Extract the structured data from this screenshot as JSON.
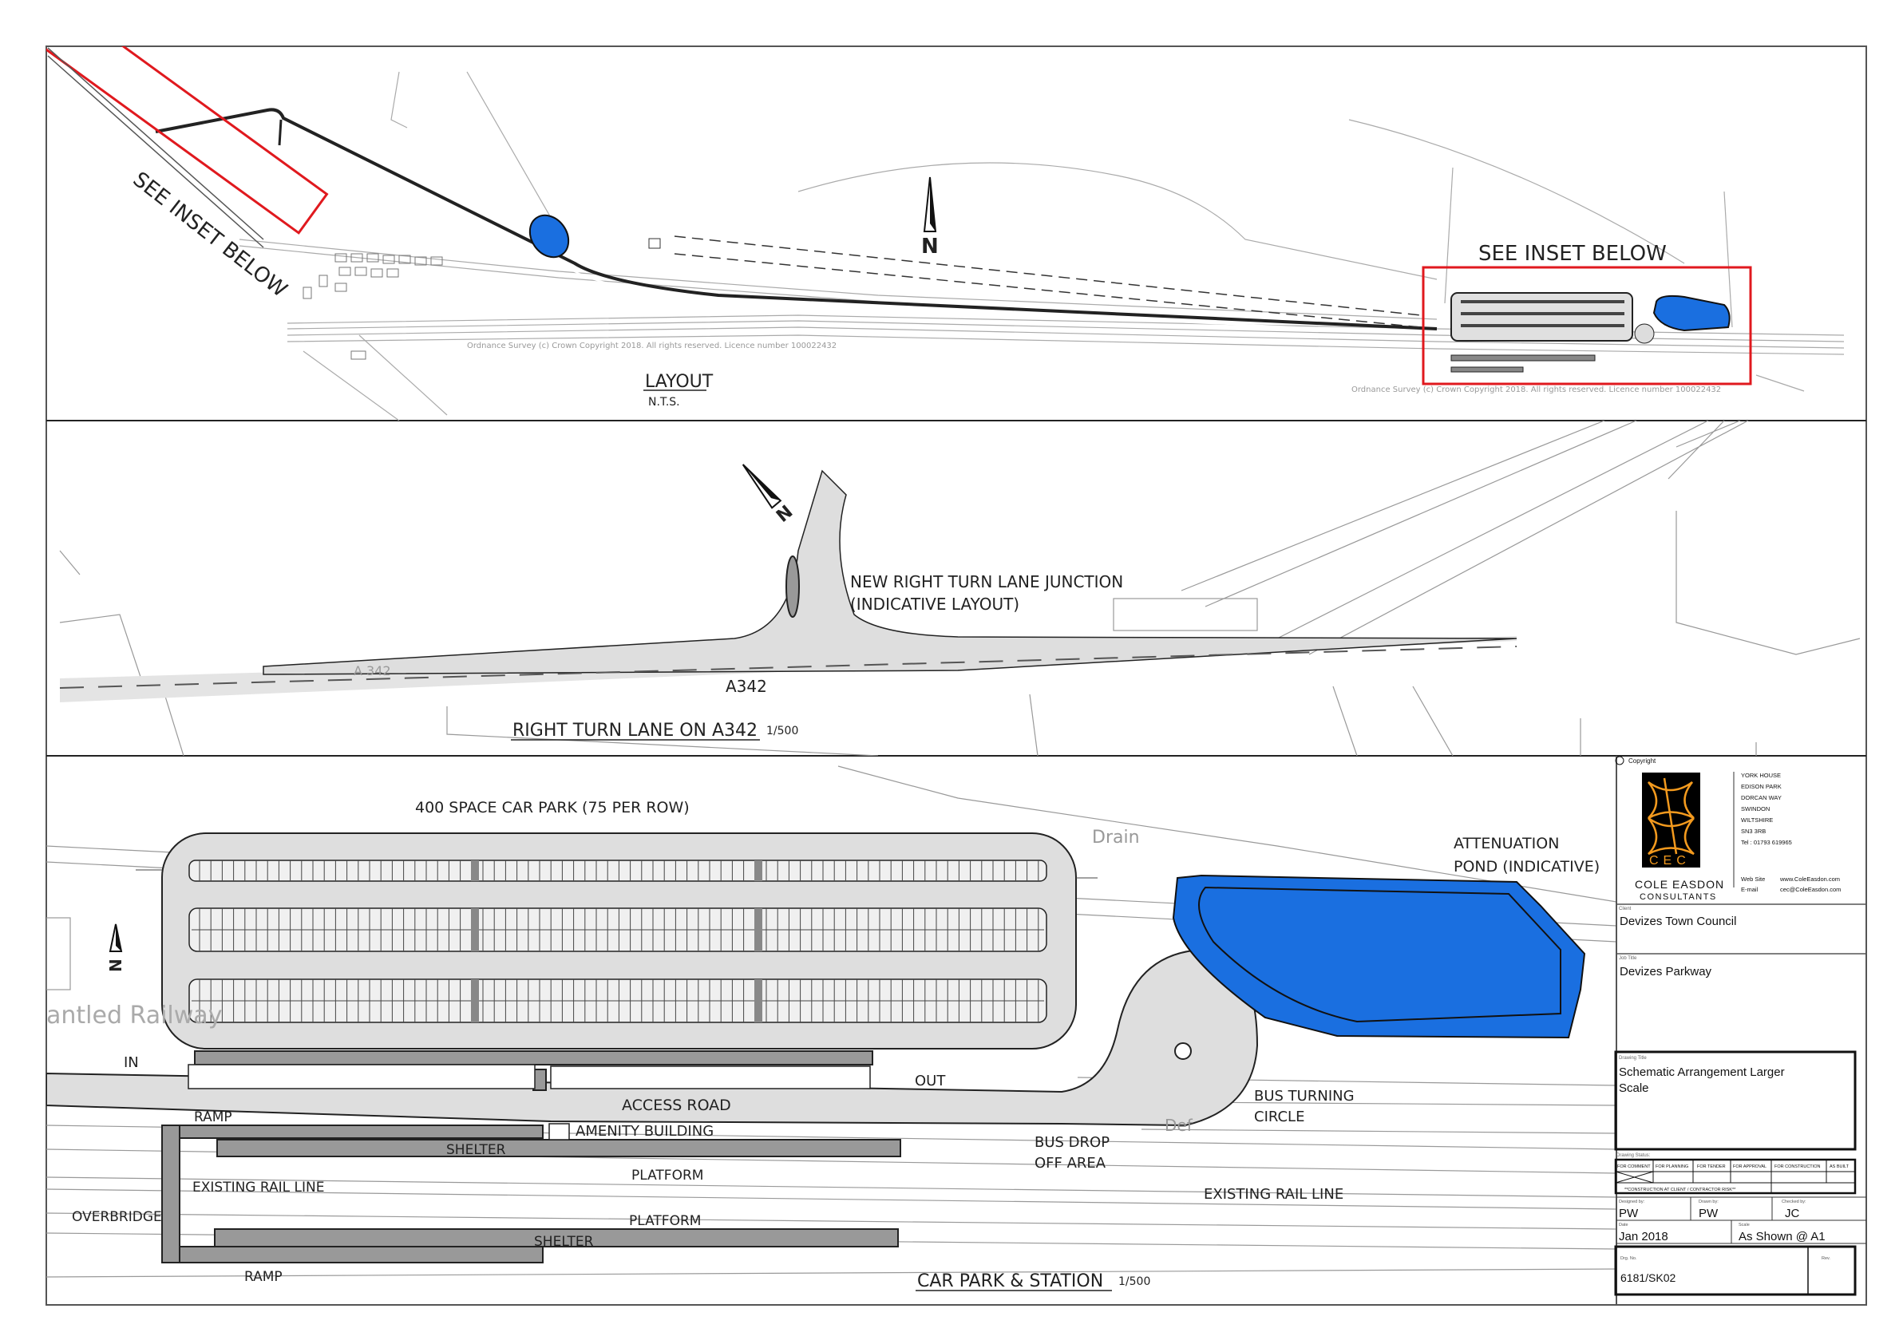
{
  "top_panel": {
    "see_inset_left": "SEE INSET BELOW",
    "see_inset_right": "SEE INSET BELOW",
    "title": "LAYOUT",
    "scale": "N.T.S.",
    "os_copyright": "Ordnance Survey (c) Crown Copyright 2018. All rights reserved. Licence number 100022432",
    "north": "N"
  },
  "middle_panel": {
    "junction_label_1": "NEW RIGHT TURN LANE JUNCTION",
    "junction_label_2": "(INDICATIVE LAYOUT)",
    "road_label": "A342",
    "road_label_faded": "A 342",
    "title": "RIGHT TURN LANE ON A342",
    "scale": "1/500",
    "north": "N"
  },
  "bottom_panel": {
    "car_park": "400 SPACE CAR PARK (75 PER ROW)",
    "drain": "Drain",
    "pond_1": "ATTENUATION",
    "pond_2": "POND (INDICATIVE)",
    "dismantled_railway": "antled Railway",
    "in": "IN",
    "out": "OUT",
    "access_road": "ACCESS ROAD",
    "amenity": "AMENITY BUILDING",
    "ramp_top": "RAMP",
    "shelter_top": "SHELTER",
    "bus_drop_1": "BUS DROP",
    "bus_drop_2": "OFF AREA",
    "bus_turn_1": "BUS TURNING",
    "bus_turn_2": "CIRCLE",
    "platform_top": "PLATFORM",
    "rail_left": "EXISTING RAIL LINE",
    "rail_right": "EXISTING RAIL LINE",
    "overbridge": "OVERBRIDGE",
    "platform_bottom": "PLATFORM",
    "shelter_bottom": "SHELTER",
    "ramp_bottom": "RAMP",
    "def": "Def",
    "title": "CAR PARK & STATION",
    "scale": "1/500",
    "north": "N"
  },
  "title_block": {
    "copyright": "Copyright",
    "logo_text": "CEC",
    "company_1": "COLE EASDON",
    "company_2": "CONSULTANTS",
    "address": [
      "YORK HOUSE",
      "EDISON PARK",
      "DORCAN WAY",
      "SWINDON",
      "WILTSHIRE",
      "SN3 3RB",
      "Tel   : 01793 619965"
    ],
    "web_label": "Web Site",
    "web": "www.ColeEasdon.com",
    "email_label": "E-mail",
    "email": "cec@ColeEasdon.com",
    "client_label": "Client",
    "client": "Devizes Town Council",
    "job_label": "Job Title",
    "job": "Devizes Parkway",
    "drawing_title_label": "Drawing Title",
    "drawing_title_1": "Schematic Arrangement Larger",
    "drawing_title_2": "Scale",
    "status_label": "Drawing Status:",
    "status_options": [
      "FOR COMMENT",
      "FOR PLANNING",
      "FOR TENDER",
      "FOR APPROVAL",
      "FOR CONSTRUCTION",
      "AS BUILT"
    ],
    "status_selected": "FOR COMMENT",
    "risk_note": "**CONSTRUCTION AT CLIENT / CONTRACTOR RISK**",
    "designed_label": "Designed by:",
    "designed": "PW",
    "drawn_label": "Drawn by:",
    "drawn": "PW",
    "checked_label": "Checked by:",
    "checked": "JC",
    "date_label": "Date",
    "date": "Jan 2018",
    "scale_label": "Scale",
    "scale": "As Shown @ A1",
    "drg_label": "Drg. No.",
    "drg": "6181/SK02",
    "rev_label": "Rev."
  },
  "colors": {
    "pond": "#1a6fe0",
    "inset_box": "#e0191e",
    "logo_orange": "#f39a1e",
    "platform": "#999999",
    "hatch": "#dcdcdc"
  }
}
